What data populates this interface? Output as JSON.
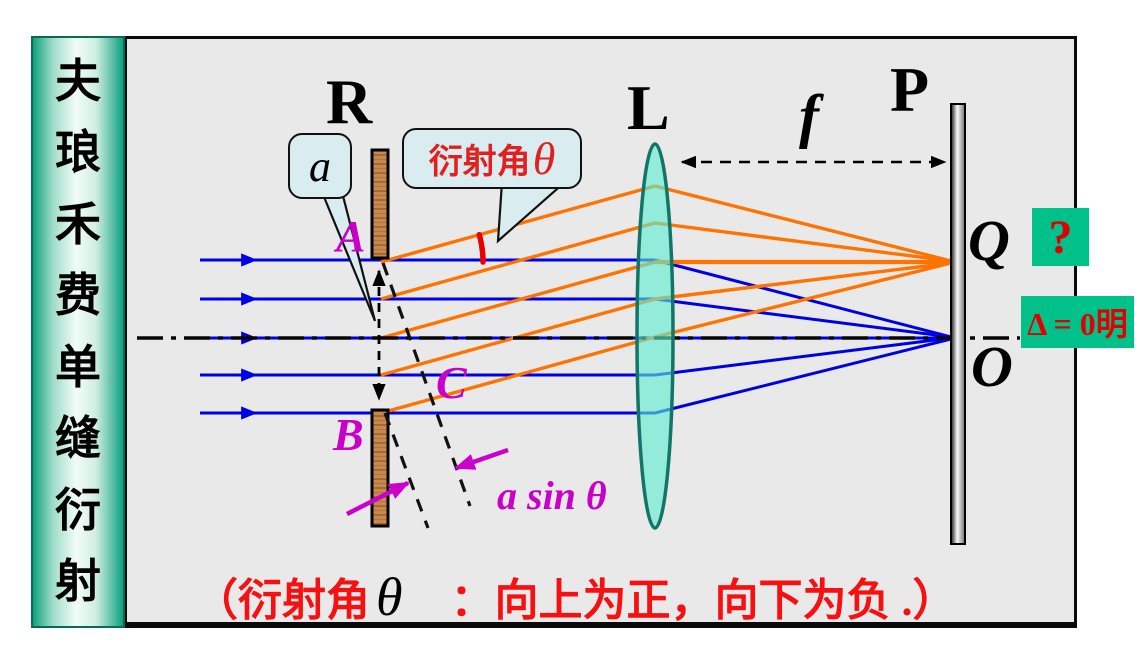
{
  "title_bar": {
    "text": "夫琅禾费单缝衍射",
    "chars": [
      "夫",
      "琅",
      "禾",
      "费",
      "单",
      "缝",
      "衍",
      "射"
    ]
  },
  "diagram": {
    "slit_screen_label": "R",
    "lens_label": "L",
    "screen_label": "P",
    "focal_length_label": "f",
    "point_q": "Q",
    "point_o": "O",
    "point_a": "A",
    "point_b": "B",
    "point_c": "C",
    "slit_width_label": "a",
    "diffraction_angle_text": "衍射角",
    "diffraction_angle_symbol": "θ",
    "path_difference_label": "a sin θ",
    "question_mark": "?",
    "central_max_label": "Δ = 0明"
  },
  "caption": {
    "open": "（衍射角",
    "theta": "θ",
    "rest": "：向上为正，向下为负 .）"
  },
  "colors": {
    "incident_ray": "#0000e6",
    "diffracted_ray": "#ff7300",
    "lens_fill": "#5eebd1",
    "annotation_magenta": "#cc00cc",
    "highlight_green": "#00c189",
    "accent_red": "#e90000",
    "bar_green": "#0fa080",
    "panel_gray": "#e9e9e9"
  }
}
